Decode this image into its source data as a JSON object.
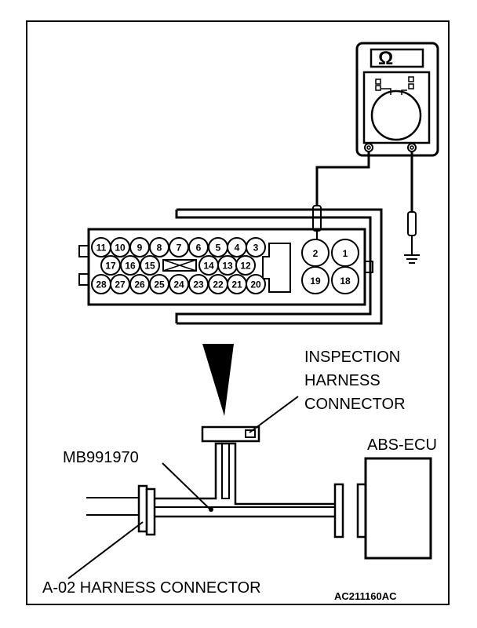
{
  "meter": {
    "symbol": "Ω"
  },
  "connector": {
    "pins": {
      "p1": "1",
      "p2": "2",
      "p3": "3",
      "p4": "4",
      "p5": "5",
      "p6": "6",
      "p7": "7",
      "p8": "8",
      "p9": "9",
      "p10": "10",
      "p11": "11",
      "p12": "12",
      "p13": "13",
      "p14": "14",
      "p15": "15",
      "p16": "16",
      "p17": "17",
      "p18": "18",
      "p19": "19",
      "p20": "20",
      "p21": "21",
      "p22": "22",
      "p23": "23",
      "p24": "24",
      "p25": "25",
      "p26": "26",
      "p27": "27",
      "p28": "28"
    }
  },
  "labels": {
    "inspection_line1": "INSPECTION",
    "inspection_line2": "HARNESS",
    "inspection_line3": "CONNECTOR",
    "tool": "MB991970",
    "ecu": "ABS-ECU",
    "harness": "A-02 HARNESS CONNECTOR",
    "code": "AC211160AC"
  }
}
